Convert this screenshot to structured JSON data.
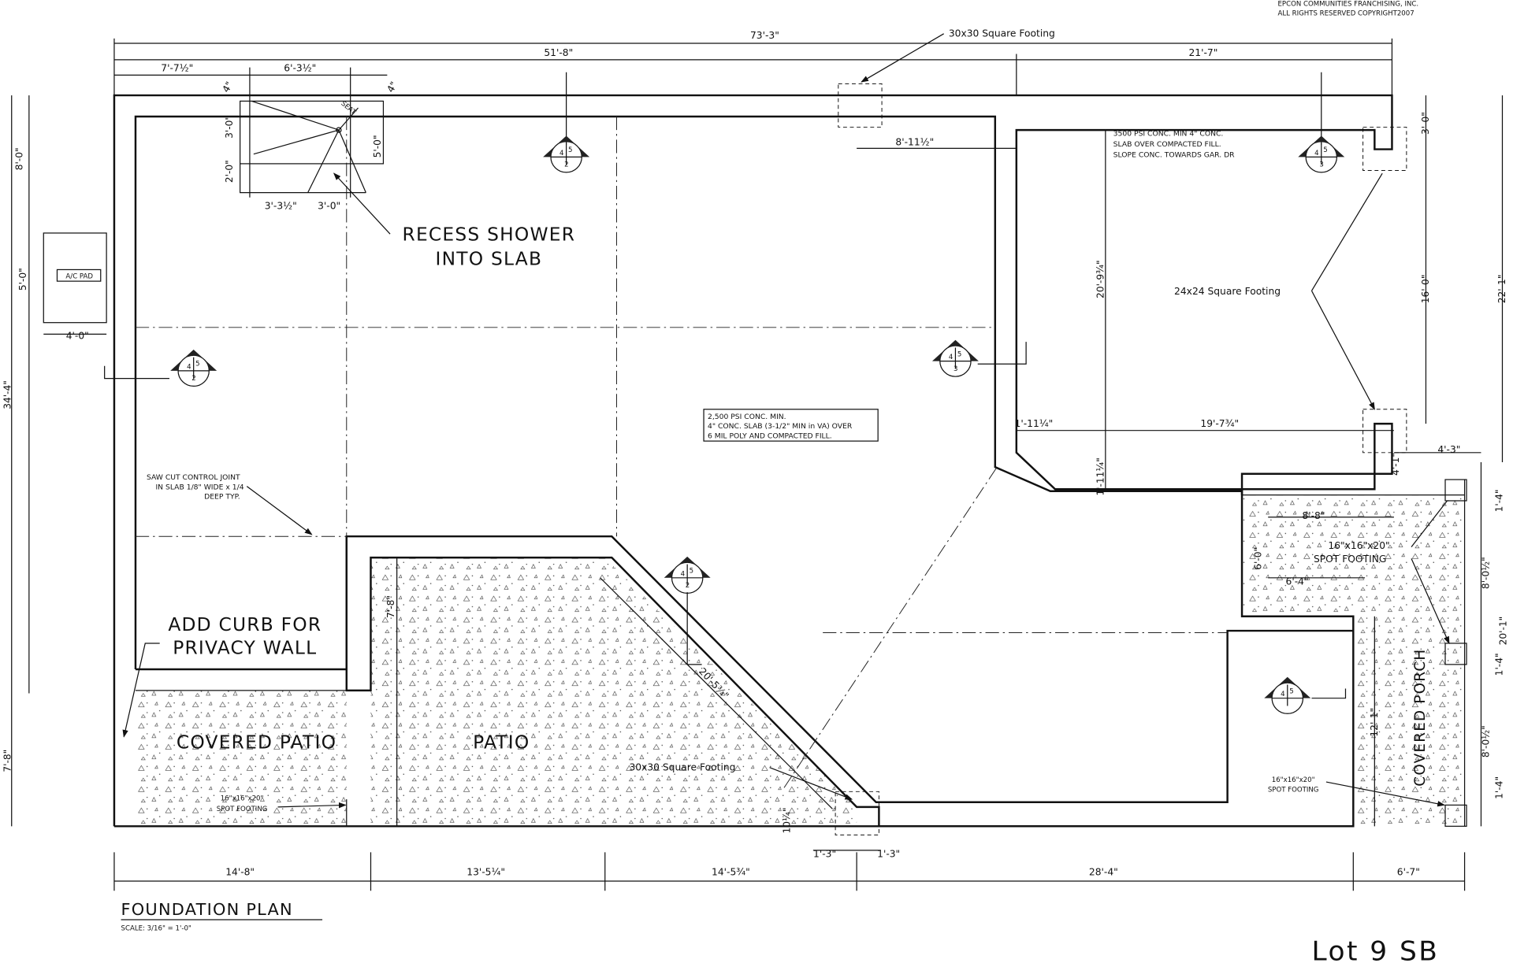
{
  "copyright": [
    "EPCON COMMUNITIES FRANCHISING, INC.",
    "ALL RIGHTS RESERVED  COPYRIGHT2007"
  ],
  "title": "FOUNDATION PLAN",
  "scale": "SCALE:  3/16\" = 1'-0\"",
  "lot": "Lot 9 SB",
  "labels": {
    "recess1": "RECESS SHOWER",
    "recess2": "INTO SLAB",
    "curb1": "ADD CURB FOR",
    "curb2": "PRIVACY WALL",
    "covered_patio": "COVERED PATIO",
    "patio": "PATIO",
    "covered_porch": "COVERED PORCH",
    "ac_pad": "A/C PAD",
    "seat": "SEAT",
    "footing30_top": "30x30 Square Footing",
    "footing30_bottom": "30x30 Square Footing",
    "footing24": "24x24 Square Footing",
    "spot_a1": "16\"x16\"x20\"",
    "spot_a2": "SPOT FOOTING",
    "spot_b1": "16\"x16\"x20\"",
    "spot_b2": "SPOT FOOTING",
    "spot_c1": "16\"x16\"x20\"",
    "spot_c2": "SPOT FOOTING"
  },
  "notes": {
    "garage": [
      "3500 PSI CONC. MIN 4\" CONC.",
      "SLAB OVER COMPACTED FILL.",
      "SLOPE CONC. TOWARDS GAR. DR"
    ],
    "slab": [
      "2,500 PSI CONC. MIN.",
      "4\" CONC. SLAB (3-1/2\" MIN in VA) OVER",
      "6 MIL POLY AND COMPACTED FILL."
    ],
    "sawcut": [
      "SAW CUT CONTROL JOINT",
      "IN SLAB 1/8\" WIDE x 1/4",
      "DEEP TYP."
    ]
  },
  "dims": [
    "73'-3\"",
    "51'-8\"",
    "21'-7\"",
    "7'-7½\"",
    "6'-3½\"",
    "4\"",
    "4\"",
    "8'-11½\"",
    "3'-0\"",
    "2'-0\"",
    "5'-0\"",
    "3'-3½\"",
    "3'-0\"",
    "8'-0\"",
    "5'-0\"",
    "4'-0\"",
    "34'-4\"",
    "7'-8\"",
    "7'-8\"",
    "20'-9¾\"",
    "16'-0\"",
    "22'-1\"",
    "3'-0\"",
    "1'-11¼\"",
    "19'-7¾\"",
    "1'-11¼\"",
    "4'-3\"",
    "4'-1\"",
    "8'-8\"",
    "6'-0\"",
    "6'-4\"",
    "1'-4\"",
    "8'-0½\"",
    "20'-1\"",
    "1'-4\"",
    "8'-0½\"",
    "1'-4\"",
    "12'-1\"",
    "20'-5¾\"",
    "10¼\"",
    "1'-3\"",
    "1'-3\"",
    "14'-8\"",
    "13'-5¼\"",
    "14'-5¾\"",
    "28'-4\"",
    "6'-7\""
  ],
  "section_markers": [
    {
      "left": "4",
      "right": "5",
      "bottom": "2"
    },
    {
      "left": "4",
      "right": "5",
      "bottom": "2"
    },
    {
      "left": "4",
      "right": "5",
      "bottom": "3"
    },
    {
      "left": "4",
      "right": "5",
      "bottom": "2"
    },
    {
      "left": "4",
      "right": "5",
      "bottom": "3"
    },
    {
      "left": "4",
      "right": "5",
      "bottom": ""
    }
  ]
}
